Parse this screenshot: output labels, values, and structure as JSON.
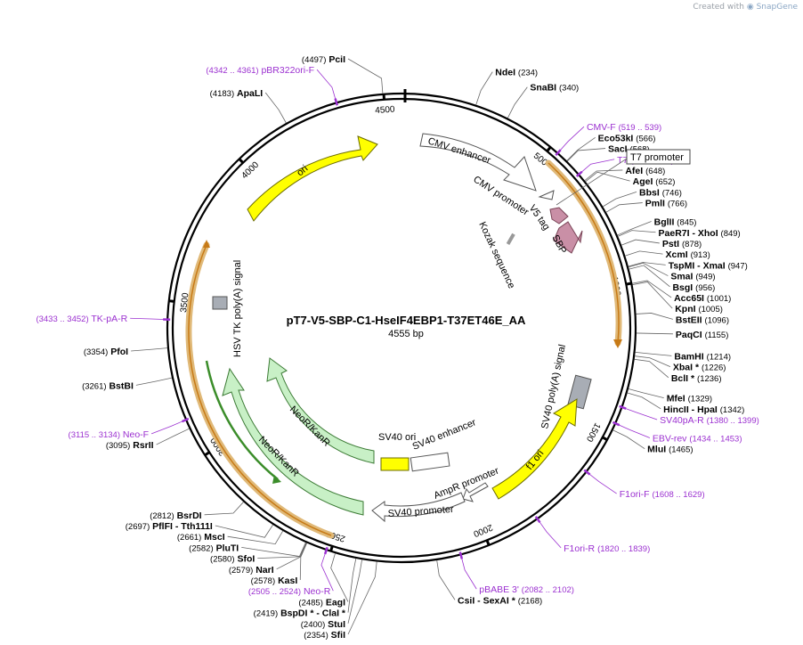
{
  "credit": {
    "prefix": "Created with",
    "brand": "SnapGene"
  },
  "plasmid": {
    "name": "pT7-V5-SBP-C1-HseIF4EBP1-T37ET46E_AA",
    "size_label": "4555 bp",
    "length": 4555
  },
  "colors": {
    "primer": "#9b30d0",
    "backbone": "#000000",
    "ori": "#ffff00",
    "sv40_polyA": "#a8adb5",
    "cds_orange": "#f3a63a",
    "neo": "#c8f0c6",
    "tag": "#c98fa6",
    "enhancer": "#ffffff"
  },
  "ticks": [
    {
      "pos": 500,
      "label": "500"
    },
    {
      "pos": 1000,
      "label": "1000"
    },
    {
      "pos": 1500,
      "label": "1500"
    },
    {
      "pos": 2000,
      "label": "2000"
    },
    {
      "pos": 2500,
      "label": "2500"
    },
    {
      "pos": 3000,
      "label": "3000"
    },
    {
      "pos": 3500,
      "label": "3500"
    },
    {
      "pos": 4000,
      "label": "4000"
    },
    {
      "pos": 4500,
      "label": "4500"
    }
  ],
  "sites": [
    {
      "name": "PciI",
      "pos": "(4497)",
      "bp": 4497
    },
    {
      "name": "NdeI",
      "pos": "(234)",
      "bp": 234
    },
    {
      "name": "SnaBI",
      "pos": "(340)",
      "bp": 340
    },
    {
      "name": "Eco53kI",
      "pos": "(566)",
      "bp": 566
    },
    {
      "name": "SacI",
      "pos": "(568)",
      "bp": 568
    },
    {
      "name": "AfeI",
      "pos": "(648)",
      "bp": 648
    },
    {
      "name": "AgeI",
      "pos": "(652)",
      "bp": 652
    },
    {
      "name": "BbsI",
      "pos": "(746)",
      "bp": 746
    },
    {
      "name": "PmlI",
      "pos": "(766)",
      "bp": 766
    },
    {
      "name": "BglII",
      "pos": "(845)",
      "bp": 845
    },
    {
      "name": "PaeR7I - XhoI",
      "pos": "(849)",
      "bp": 849
    },
    {
      "name": "PstI",
      "pos": "(878)",
      "bp": 878
    },
    {
      "name": "XcmI",
      "pos": "(913)",
      "bp": 913
    },
    {
      "name": "TspMI - XmaI",
      "pos": "(947)",
      "bp": 947
    },
    {
      "name": "SmaI",
      "pos": "(949)",
      "bp": 949
    },
    {
      "name": "BsgI",
      "pos": "(956)",
      "bp": 956
    },
    {
      "name": "Acc65I",
      "pos": "(1001)",
      "bp": 1001
    },
    {
      "name": "KpnI",
      "pos": "(1005)",
      "bp": 1005
    },
    {
      "name": "BstEII",
      "pos": "(1096)",
      "bp": 1096
    },
    {
      "name": "PaqCI",
      "pos": "(1155)",
      "bp": 1155
    },
    {
      "name": "BamHI",
      "pos": "(1214)",
      "bp": 1214
    },
    {
      "name": "XbaI *",
      "pos": "(1226)",
      "bp": 1226
    },
    {
      "name": "BclI *",
      "pos": "(1236)",
      "bp": 1236
    },
    {
      "name": "MfeI",
      "pos": "(1329)",
      "bp": 1329
    },
    {
      "name": "HincII - HpaI",
      "pos": "(1342)",
      "bp": 1342
    },
    {
      "name": "MluI",
      "pos": "(1465)",
      "bp": 1465
    },
    {
      "name": "CsiI - SexAI *",
      "pos": "(2168)",
      "bp": 2168
    },
    {
      "name": "SfiI",
      "pos": "(2354)",
      "bp": 2354
    },
    {
      "name": "StuI",
      "pos": "(2400)",
      "bp": 2400
    },
    {
      "name": "BspDI * - ClaI *",
      "pos": "(2419)",
      "bp": 2419
    },
    {
      "name": "EagI",
      "pos": "(2485)",
      "bp": 2485
    },
    {
      "name": "KasI",
      "pos": "(2578)",
      "bp": 2578
    },
    {
      "name": "NarI",
      "pos": "(2579)",
      "bp": 2579
    },
    {
      "name": "SfoI",
      "pos": "(2580)",
      "bp": 2580
    },
    {
      "name": "PluTI",
      "pos": "(2582)",
      "bp": 2582
    },
    {
      "name": "MscI",
      "pos": "(2661)",
      "bp": 2661
    },
    {
      "name": "PflFI - Tth111I",
      "pos": "(2697)",
      "bp": 2697
    },
    {
      "name": "BsrDI",
      "pos": "(2812)",
      "bp": 2812
    },
    {
      "name": "RsrII",
      "pos": "(3095)",
      "bp": 3095
    },
    {
      "name": "BstBI",
      "pos": "(3261)",
      "bp": 3261
    },
    {
      "name": "PfoI",
      "pos": "(3354)",
      "bp": 3354
    },
    {
      "name": "ApaLI",
      "pos": "(4183)",
      "bp": 4183
    }
  ],
  "primers": [
    {
      "name": "pBR322ori-F",
      "range": "(4342 .. 4361)",
      "bp": 4351
    },
    {
      "name": "CMV-F",
      "range": "(519 .. 539)",
      "bp": 529
    },
    {
      "name": "T7",
      "range": "(613 .. 632)",
      "bp": 622
    },
    {
      "name": "SV40pA-R",
      "range": "(1380 .. 1399)",
      "bp": 1389
    },
    {
      "name": "EBV-rev",
      "range": "(1434 .. 1453)",
      "bp": 1443
    },
    {
      "name": "F1ori-F",
      "range": "(1608 .. 1629)",
      "bp": 1618
    },
    {
      "name": "F1ori-R",
      "range": "(1820 .. 1839)",
      "bp": 1829
    },
    {
      "name": "pBABE 3'",
      "range": "(2082 .. 2102)",
      "bp": 2092
    },
    {
      "name": "Neo-R",
      "range": "(2505 .. 2524)",
      "bp": 2514
    },
    {
      "name": "Neo-F",
      "range": "(3115 .. 3134)",
      "bp": 3124
    },
    {
      "name": "TK-pA-R",
      "range": "(3433 .. 3452)",
      "bp": 3442
    }
  ],
  "features": [
    {
      "label": "CMV enhancer"
    },
    {
      "label": "CMV promoter"
    },
    {
      "label": "T7 promoter"
    },
    {
      "label": "V5 tag"
    },
    {
      "label": "SBP"
    },
    {
      "label": "Kozak sequence"
    },
    {
      "label": "SV40 poly(A) signal"
    },
    {
      "label": "f1 ori"
    },
    {
      "label": "AmpR promoter"
    },
    {
      "label": "SV40 promoter"
    },
    {
      "label": "SV40 ori"
    },
    {
      "label": "SV40 enhancer"
    },
    {
      "label": "NeoR/KanR"
    },
    {
      "label": "NeoR/KanR"
    },
    {
      "label": "HSV TK poly(A) signal"
    },
    {
      "label": "ori"
    }
  ]
}
